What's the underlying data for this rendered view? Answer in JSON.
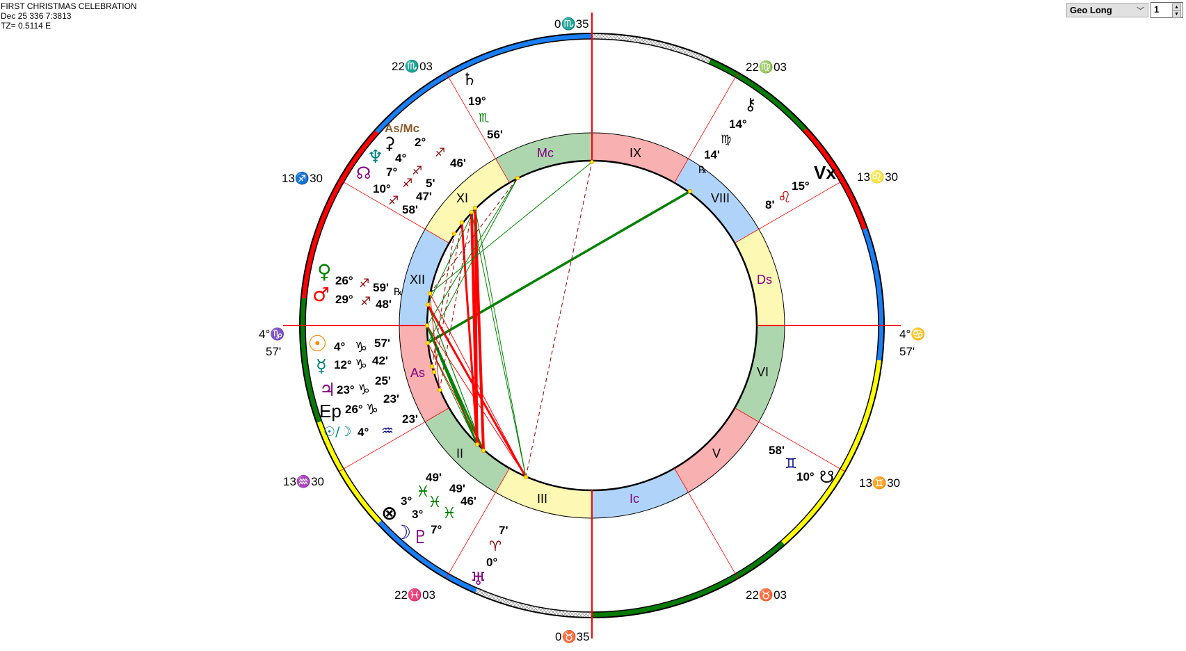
{
  "header": {
    "title": "FIRST CHRISTMAS CELEBRATION",
    "date": "Dec 25 336 7:3813",
    "tz": "TZ=  0.5114 E"
  },
  "controls": {
    "coordinate_select": "Geo Long",
    "harmonic_value": "1"
  },
  "cusps": {
    "asc_deg": "4°♑",
    "asc_min": "57'",
    "c2": "13♒30",
    "c3": "22♓03",
    "ic": "0♉35",
    "c5": "22♉03",
    "c6": "13♊30",
    "dsc_deg": "4°♋",
    "dsc_min": "57'",
    "c8": "13♌30",
    "c9": "22♍03",
    "mc": "0♏35",
    "c11": "22♏03",
    "c12": "13♐30"
  },
  "houses": [
    "As",
    "II",
    "III",
    "Ic",
    "V",
    "VI",
    "Ds",
    "VIII",
    "IX",
    "Mc",
    "XI",
    "XII"
  ],
  "planets": {
    "saturn": {
      "glyph": "♄",
      "deg": "19°",
      "sign": "♏",
      "min": "56'"
    },
    "chiron": {
      "glyph": "⚷",
      "deg": "14°",
      "sign": "♍",
      "min": "14'",
      "retro": "℞"
    },
    "vertex": {
      "glyph": "Vx",
      "deg": "15°",
      "sign": "♌",
      "min": "8'"
    },
    "asmc": {
      "glyph": "As/Mc",
      "deg": "2°",
      "sign": "♐",
      "min": "46'"
    },
    "ceres": {
      "glyph": "⚳",
      "deg": "2°"
    },
    "neptune": {
      "glyph": "♆",
      "deg": "4°",
      "sign": "♐",
      "min": "5'"
    },
    "node": {
      "glyph": "☊",
      "deg": "7°",
      "sign": "♐",
      "min": "47'"
    },
    "node10": {
      "deg": "10°",
      "sign": "♐",
      "min": "58'"
    },
    "venus": {
      "glyph": "♀",
      "deg": "26°",
      "sign": "♐",
      "min": "59'",
      "retro": "℞"
    },
    "mars": {
      "glyph": "♂",
      "deg": "29°",
      "sign": "♐",
      "min": "48'"
    },
    "sun": {
      "glyph": "☉",
      "deg": "4°",
      "sign": "♑",
      "min": "57'"
    },
    "mercury": {
      "glyph": "☿",
      "deg": "12°",
      "sign": "♑",
      "min": "42'"
    },
    "jupiter": {
      "glyph": "♃",
      "deg": "23°",
      "sign": "♑",
      "min": "25'"
    },
    "ep": {
      "glyph": "Ep",
      "deg": "26°",
      "sign": "♑",
      "min": "23'"
    },
    "sunmoon": {
      "glyph": "☉/☽",
      "deg": "4°",
      "sign": "♒",
      "min": "23'"
    },
    "fortune": {
      "glyph": "⊗",
      "deg": "3°",
      "sign": "♓",
      "min": "49'"
    },
    "moon": {
      "glyph": "☽",
      "deg": "3°",
      "sign": "♓",
      "min": "49'"
    },
    "pluto": {
      "glyph": "♇",
      "deg": "7°",
      "sign": "♓",
      "min": "46'"
    },
    "uranus": {
      "glyph": "♅",
      "deg": "0°",
      "sign": "♈",
      "min": "7'"
    },
    "southnode": {
      "glyph": "☋",
      "deg": "10°",
      "sign": "♊",
      "min": "58'"
    }
  }
}
